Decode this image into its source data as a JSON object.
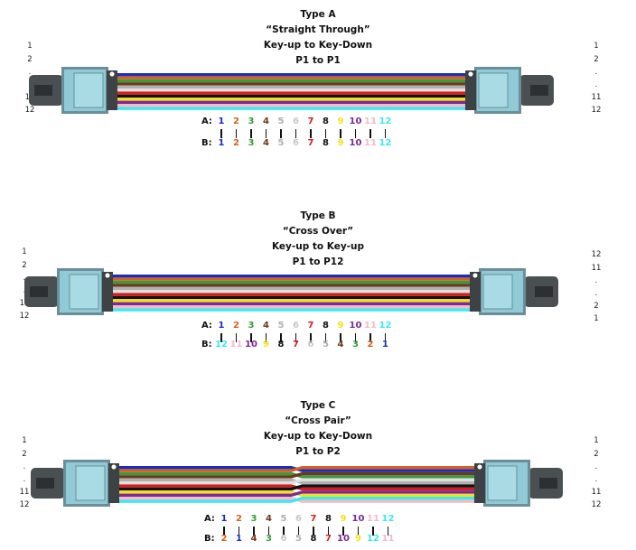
{
  "colors": [
    "#1a2dbf",
    "#d95f1f",
    "#3a9b3c",
    "#6a3a1a",
    "#b0b0b0",
    "#e0e0e0",
    "#d81c1c",
    "#111111",
    "#f2e21a",
    "#7a2a9a",
    "#f7b9c8",
    "#3de8f0"
  ],
  "diagrams": [
    {
      "title": [
        "Type A",
        "“Straight Through”",
        "Key-up to Key-Down",
        "P1 to P1"
      ],
      "left_labels": [
        "1",
        "2",
        ".",
        ".",
        "11",
        "12"
      ],
      "right_labels": [
        "1",
        "2",
        ".",
        ".",
        "11",
        "12"
      ],
      "a_label": "A:",
      "b_label": "B:",
      "a_seq": [
        "1",
        "2",
        "3",
        "4",
        "5",
        "6",
        "7",
        "8",
        "9",
        "10",
        "11",
        "12"
      ],
      "b_seq": [
        "1",
        "2",
        "3",
        "4",
        "5",
        "6",
        "7",
        "8",
        "9",
        "10",
        "11",
        "12"
      ],
      "cross": false
    },
    {
      "title": [
        "Type B",
        "“Cross Over”",
        "Key-up to Key-up",
        "P1 to P12"
      ],
      "left_labels": [
        "1",
        "2",
        ".",
        ".",
        "11",
        "12"
      ],
      "right_labels": [
        "12",
        "11",
        ".",
        ".",
        "2",
        "1"
      ],
      "a_label": "A:",
      "b_label": "B:",
      "a_seq": [
        "1",
        "2",
        "3",
        "4",
        "5",
        "6",
        "7",
        "8",
        "9",
        "10",
        "11",
        "12"
      ],
      "b_seq": [
        "12",
        "11",
        "10",
        "9",
        "8",
        "7",
        "6",
        "5",
        "4",
        "3",
        "2",
        "1"
      ],
      "cross": false
    },
    {
      "title": [
        "Type C",
        "“Cross Pair”",
        "Key-up to Key-Down",
        "P1 to P2"
      ],
      "left_labels": [
        "1",
        "2",
        ".",
        ".",
        "11",
        "12"
      ],
      "right_labels": [
        "1",
        "2",
        ".",
        ".",
        "11",
        "12"
      ],
      "a_label": "A:",
      "b_label": "B:",
      "a_seq": [
        "1",
        "2",
        "3",
        "4",
        "5",
        "6",
        "7",
        "8",
        "9",
        "10",
        "11",
        "12"
      ],
      "b_seq": [
        "2",
        "1",
        "4",
        "3",
        "6",
        "5",
        "8",
        "7",
        "10",
        "9",
        "12",
        "11"
      ],
      "cross": true
    }
  ]
}
